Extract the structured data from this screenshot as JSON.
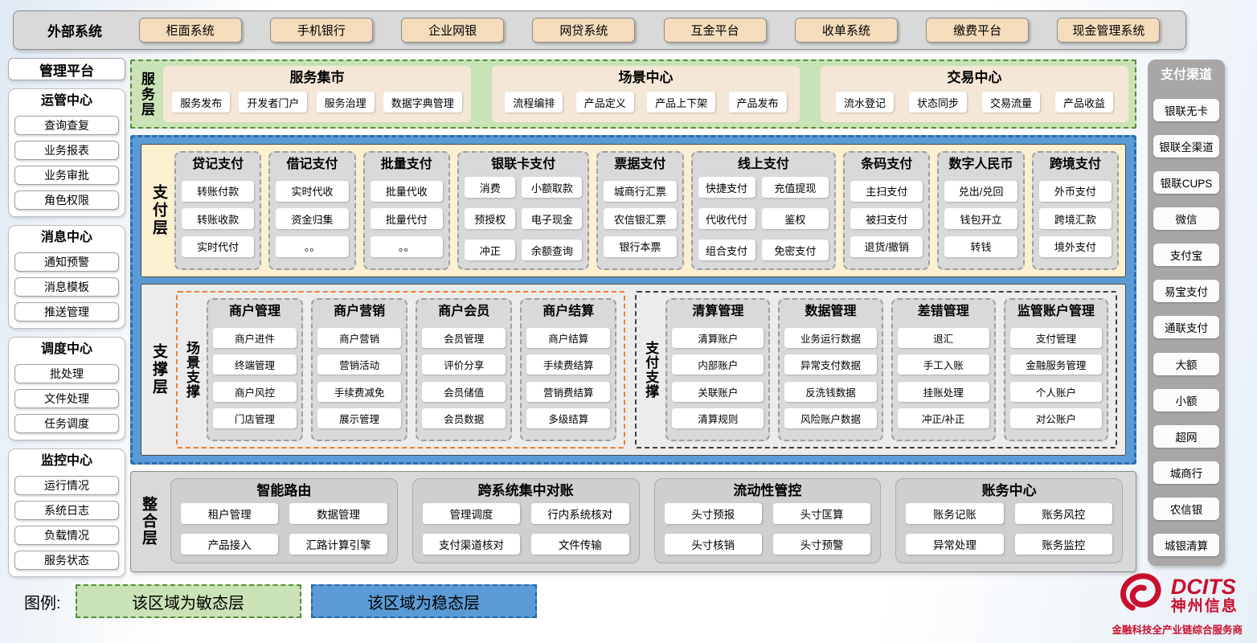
{
  "external": {
    "label": "外部系统",
    "systems": [
      "柜面系统",
      "手机银行",
      "企业网银",
      "网贷系统",
      "互金平台",
      "收单系统",
      "缴费平台",
      "现金管理系统"
    ]
  },
  "left_sidebar": {
    "title": "管理平台",
    "groups": [
      {
        "title": "运管中心",
        "items": [
          "查询查复",
          "业务报表",
          "业务审批",
          "角色权限"
        ]
      },
      {
        "title": "消息中心",
        "items": [
          "通知预警",
          "消息模板",
          "推送管理"
        ]
      },
      {
        "title": "调度中心",
        "items": [
          "批处理",
          "文件处理",
          "任务调度"
        ]
      },
      {
        "title": "监控中心",
        "items": [
          "运行情况",
          "系统日志",
          "负载情况",
          "服务状态"
        ]
      }
    ]
  },
  "service_layer": {
    "label": "服务层",
    "blocks": [
      {
        "title": "服务集市",
        "items": [
          "服务发布",
          "开发者门户",
          "服务治理",
          "数据字典管理"
        ]
      },
      {
        "title": "场景中心",
        "items": [
          "流程编排",
          "产品定义",
          "产品上下架",
          "产品发布"
        ]
      },
      {
        "title": "交易中心",
        "items": [
          "流水登记",
          "状态同步",
          "交易流量",
          "产品收益"
        ]
      }
    ]
  },
  "payment_layer": {
    "label": "支付层",
    "columns": [
      {
        "title": "贷记支付",
        "items": [
          "转账付款",
          "转账收款",
          "实时代付"
        ]
      },
      {
        "title": "借记支付",
        "items": [
          "实时代收",
          "资金归集",
          "。。"
        ]
      },
      {
        "title": "批量支付",
        "items": [
          "批量代收",
          "批量代付",
          "。。"
        ]
      },
      {
        "title": "银联卡支付",
        "items": [
          "消费",
          "小额取款",
          "预授权",
          "电子现金",
          "冲正",
          "余额查询"
        ]
      },
      {
        "title": "票据支付",
        "items": [
          "城商行汇票",
          "农信银汇票",
          "银行本票"
        ]
      },
      {
        "title": "线上支付",
        "items": [
          "快捷支付",
          "充值提现",
          "代收代付",
          "鉴权",
          "组合支付",
          "免密支付"
        ]
      },
      {
        "title": "条码支付",
        "items": [
          "主扫支付",
          "被扫支付",
          "退货/撤销"
        ]
      },
      {
        "title": "数字人民币",
        "items": [
          "兑出/兑回",
          "钱包开立",
          "转钱"
        ]
      },
      {
        "title": "跨境支付",
        "items": [
          "外币支付",
          "跨境汇款",
          "境外支付"
        ]
      }
    ]
  },
  "support_layer": {
    "label": "支撑层",
    "scene": {
      "label": "场景支撑",
      "columns": [
        {
          "title": "商户管理",
          "items": [
            "商户进件",
            "终端管理",
            "商户风控",
            "门店管理"
          ]
        },
        {
          "title": "商户营销",
          "items": [
            "商户营销",
            "营销活动",
            "手续费减免",
            "展示管理"
          ]
        },
        {
          "title": "商户会员",
          "items": [
            "会员管理",
            "评价分享",
            "会员储值",
            "会员数据"
          ]
        },
        {
          "title": "商户结算",
          "items": [
            "商户结算",
            "手续费结算",
            "营销费结算",
            "多级结算"
          ]
        }
      ]
    },
    "pay": {
      "label": "支付支撑",
      "columns": [
        {
          "title": "清算管理",
          "items": [
            "清算账户",
            "内部账户",
            "关联账户",
            "清算规则"
          ]
        },
        {
          "title": "数据管理",
          "items": [
            "业务运行数据",
            "异常支付数据",
            "反洗钱数据",
            "风险账户数据"
          ]
        },
        {
          "title": "差错管理",
          "items": [
            "退汇",
            "手工入账",
            "挂账处理",
            "冲正/补正"
          ]
        },
        {
          "title": "监管账户管理",
          "items": [
            "支付管理",
            "金融服务管理",
            "个人账户",
            "对公账户"
          ]
        }
      ]
    }
  },
  "integration_layer": {
    "label": "整合层",
    "blocks": [
      {
        "title": "智能路由",
        "items": [
          "租户管理",
          "数据管理",
          "产品接入",
          "汇路计算引擎"
        ]
      },
      {
        "title": "跨系统集中对账",
        "items": [
          "管理调度",
          "行内系统核对",
          "支付渠道核对",
          "文件传输"
        ]
      },
      {
        "title": "流动性管控",
        "items": [
          "头寸预报",
          "头寸匡算",
          "头寸核销",
          "头寸预警"
        ]
      },
      {
        "title": "账务中心",
        "items": [
          "账务记账",
          "账务风控",
          "异常处理",
          "账务监控"
        ]
      }
    ]
  },
  "right_sidebar": {
    "title": "支付渠道",
    "channels": [
      "银联无卡",
      "银联全渠道",
      "银联CUPS",
      "微信",
      "支付宝",
      "易宝支付",
      "通联支付",
      "大额",
      "小额",
      "超网",
      "城商行",
      "农信银",
      "城银清算"
    ]
  },
  "legend": {
    "label": "图例:",
    "agile": "该区域为敏态层",
    "stable": "该区域为稳态层"
  },
  "logo": {
    "brand": "DCITS",
    "company": "神州信息",
    "tagline": "金融科技全产业链综合服务商"
  },
  "colors": {
    "external_button": "#f4dcbc",
    "agile_green": "#c9e2b6",
    "agile_green_border": "#568b37",
    "service_block_cream": "#f4e7d8",
    "stable_blue": "#5b9bd5",
    "stable_blue_border": "#2b6cb0",
    "payment_cream": "#fbf0d0",
    "module_gray": "#d9d9d9",
    "scene_support_orange": "#ed7d31",
    "right_sidebar_gray": "#a8a6a6",
    "logo_red": "#c8102e"
  }
}
